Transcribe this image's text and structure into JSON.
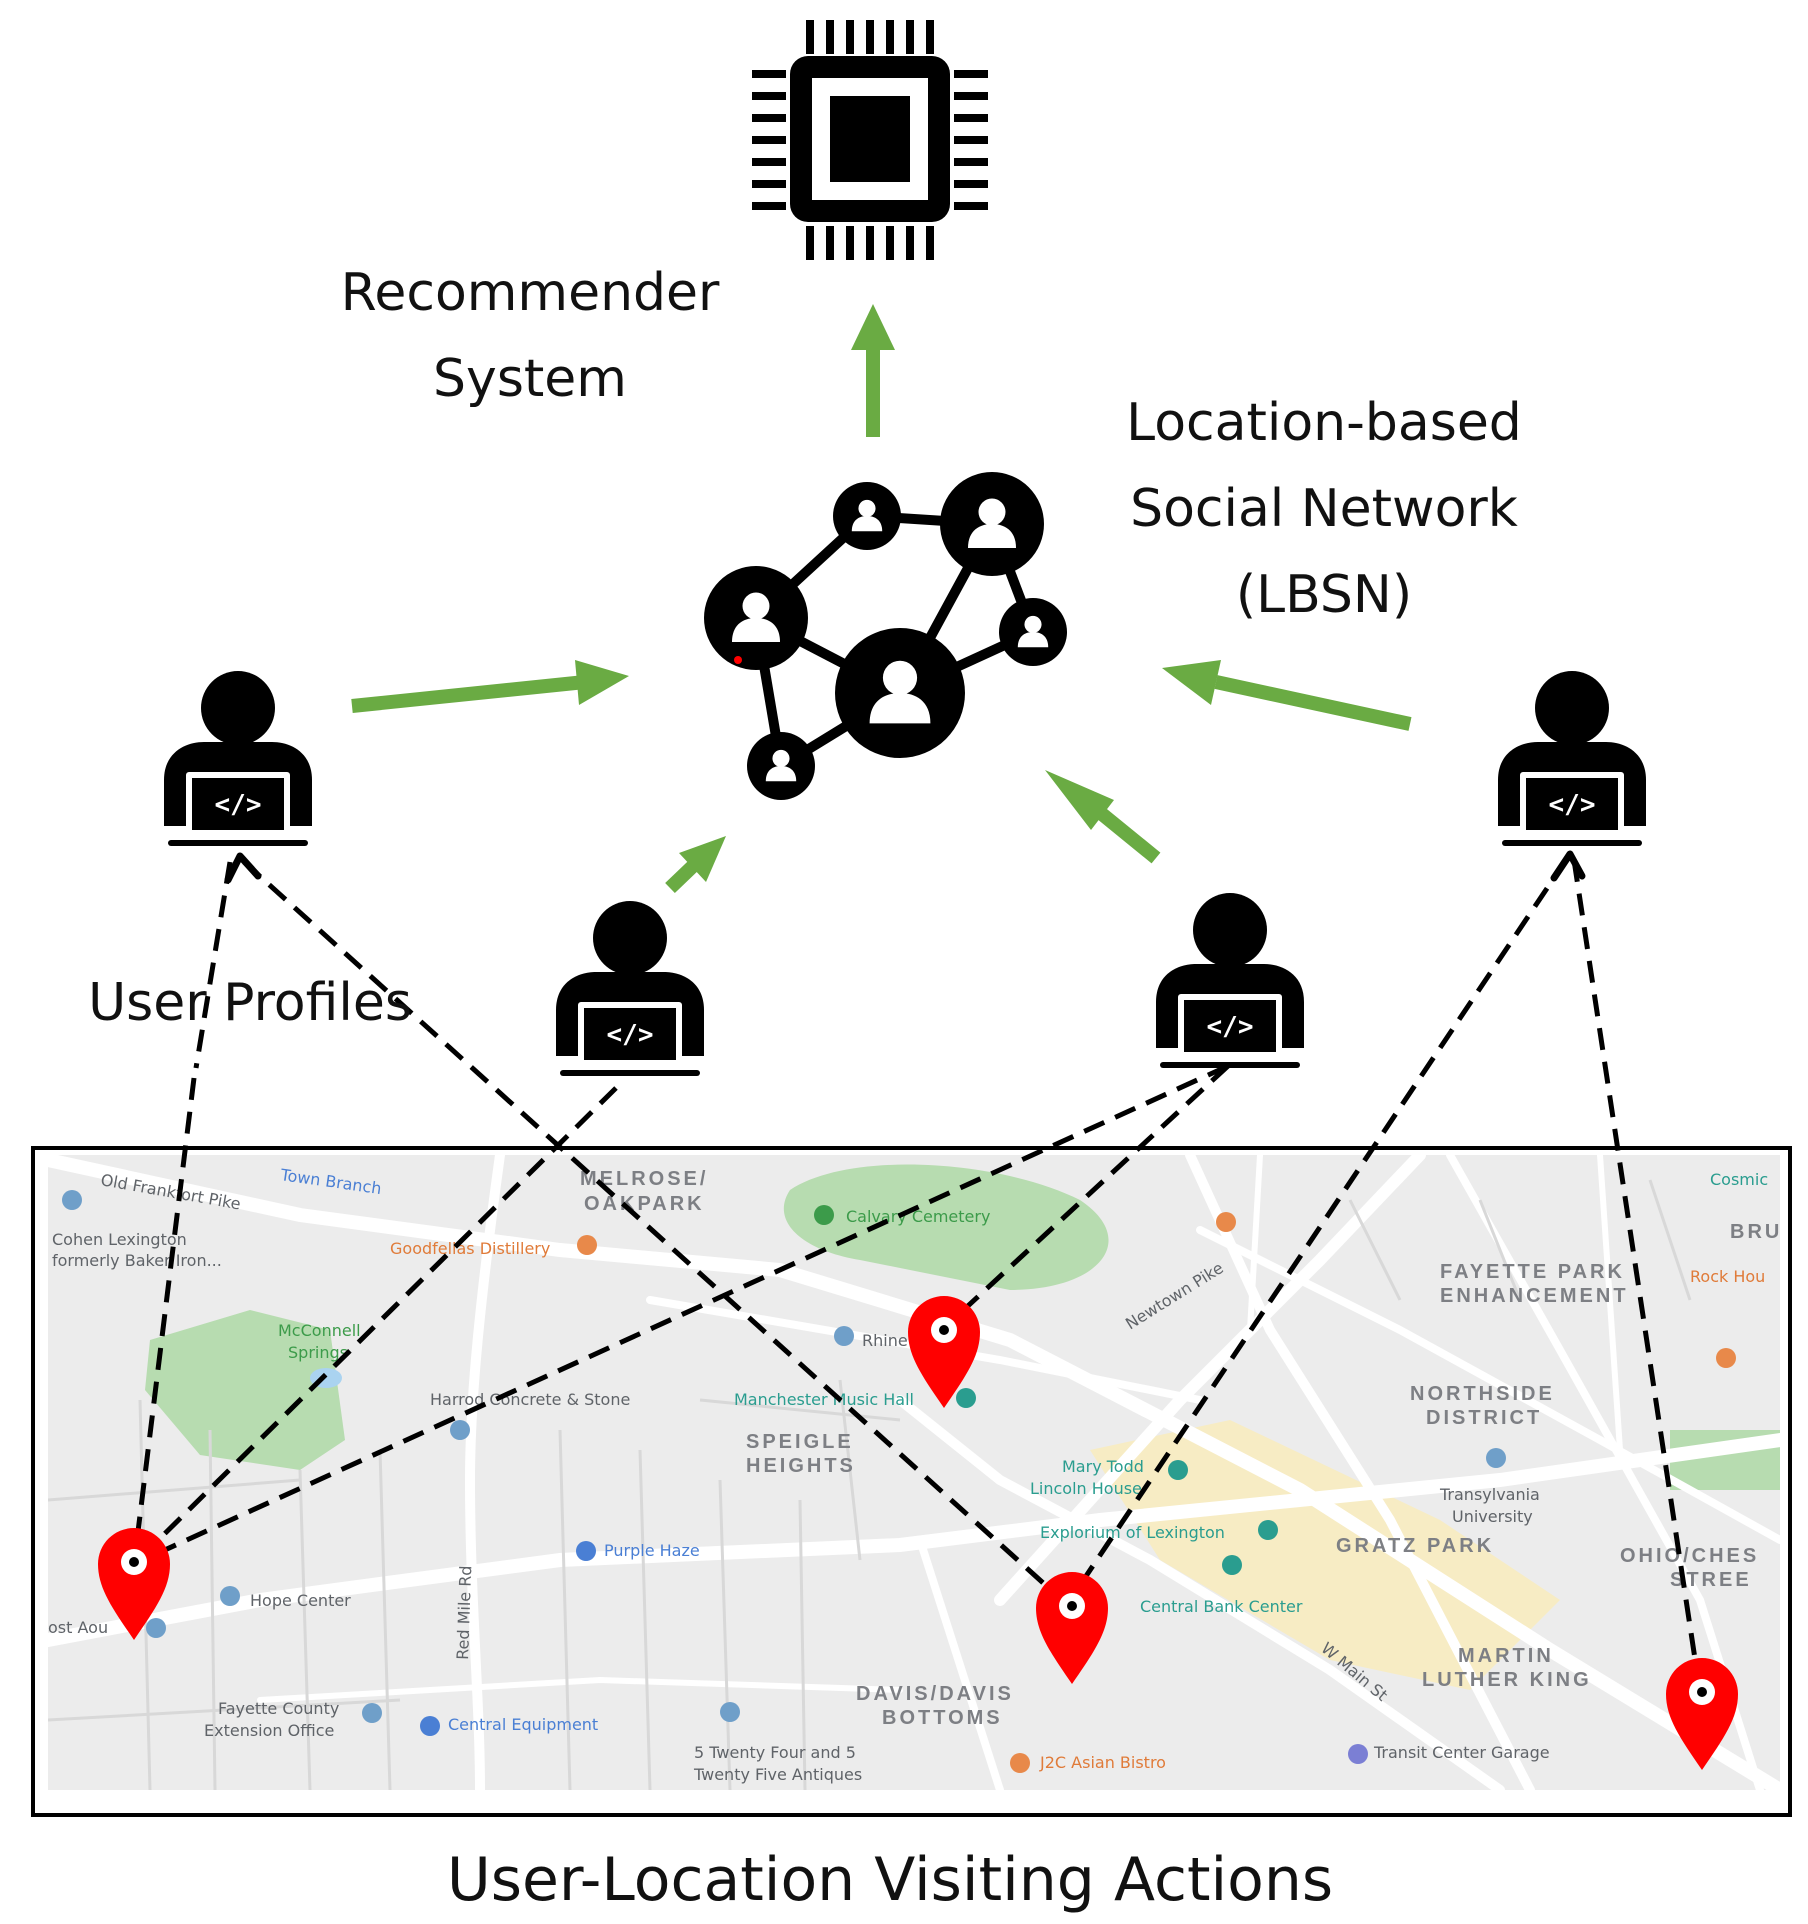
{
  "labels": {
    "recommender_line1": "Recommender",
    "recommender_line2": "System",
    "lbsn_line1": "Location-based",
    "lbsn_line2": "Social Network",
    "lbsn_line3": "(LBSN)",
    "user_profiles": "User Profiles",
    "bottom_caption": "User-Location Visiting Actions"
  },
  "user_icon_glyph": "</>",
  "icons": {
    "top": "cpu-chip-icon",
    "network": "social-network-icon",
    "user": "user-laptop-icon",
    "pin": "map-pin-icon"
  },
  "colors": {
    "arrow_green": "#6aab43",
    "pin_red": "#ff0000",
    "map_bg": "#ececec",
    "park_green": "#b7dcb0",
    "downtown_yellow": "#f7ecc4"
  },
  "map": {
    "neighborhoods": [
      {
        "line1": "MELROSE/",
        "line2": "OAKPARK"
      },
      {
        "line1": "FAYETTE PARK",
        "line2": "ENHANCEMENT"
      },
      {
        "line1": "NORTHSIDE",
        "line2": "DISTRICT"
      },
      {
        "line1": "SPEIGLE",
        "line2": "HEIGHTS"
      },
      {
        "line1": "GRATZ PARK",
        "line2": ""
      },
      {
        "line1": "MARTIN",
        "line2": "LUTHER KING"
      },
      {
        "line1": "DAVIS/DAVIS",
        "line2": "BOTTOMS"
      },
      {
        "line1": "OHIO/CHES",
        "line2": "STREE"
      },
      {
        "line1": "BRUCI",
        "line2": ""
      }
    ],
    "places": [
      "Calvary Cemetery",
      "Goodfellas Distillery",
      "Cohen Lexington",
      "formerly Baker Iron...",
      "McConnell",
      "Springs",
      "Harrod Concrete & Stone",
      "Manchester Music Hall",
      "Rhine Brewing",
      "Mary Todd",
      "Lincoln House",
      "Explorium of Lexington",
      "Central Bank Center",
      "Transylvania",
      "University",
      "Purple Haze",
      "Hope Center",
      "Fayette County",
      "Extension Office",
      "Central Equipment",
      "5 Twenty Four and 5",
      "Twenty Five Antiques",
      "J2C Asian Bistro",
      "Transit Center Garage",
      "Cosmic",
      "Rock Hou",
      "ost Aou"
    ],
    "streets": [
      "Old Frankfort Pike",
      "Town Branch",
      "Newtown Pike",
      "W Main St",
      "Red Mile Rd"
    ]
  }
}
